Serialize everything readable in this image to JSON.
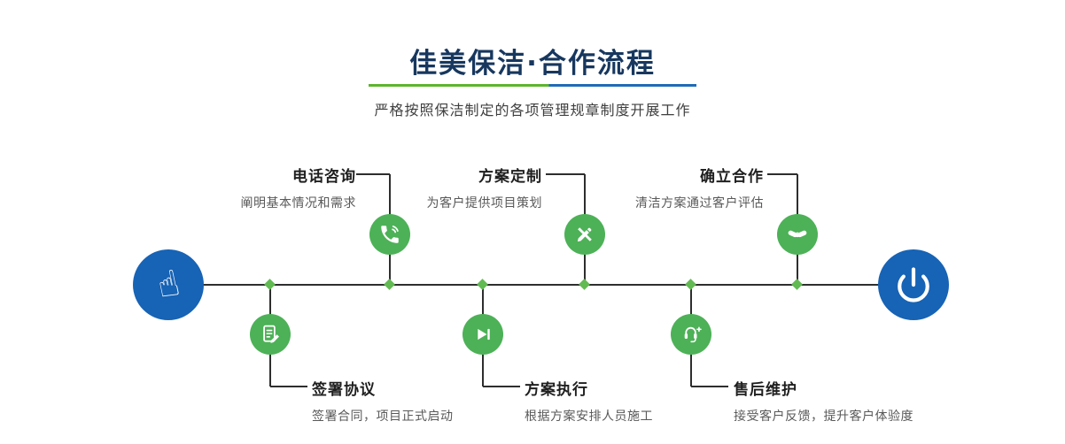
{
  "header": {
    "title": "佳美保洁·合作流程",
    "subtitle": "严格按照保洁制定的各项管理规章制度开展工作"
  },
  "flow": {
    "top_steps": [
      {
        "title": "电话咨询",
        "desc": "阐明基本情况和需求",
        "icon": "phone-icon"
      },
      {
        "title": "方案定制",
        "desc": "为客户提供项目策划",
        "icon": "design-tools-icon"
      },
      {
        "title": "确立合作",
        "desc": "清洁方案通过客户评估",
        "icon": "handshake-icon"
      }
    ],
    "bottom_steps": [
      {
        "title": "签署协议",
        "desc": "签署合同，项目正式启动",
        "icon": "contract-icon"
      },
      {
        "title": "方案执行",
        "desc": "根据方案安排人员施工",
        "icon": "play-icon"
      },
      {
        "title": "售后维护",
        "desc": "接受客户反馈，提升客户体验度",
        "icon": "headset-icon"
      }
    ],
    "start_icon": "pointing-hand-icon",
    "end_icon": "power-icon"
  },
  "colors": {
    "title_navy": "#17375e",
    "node_green": "#4db157",
    "diamond_green": "#62ba52",
    "endpoint_blue": "#1763b5",
    "line_dark": "#2e2e2e",
    "underline_green": "#5db52c",
    "underline_blue": "#1e6bb8"
  }
}
